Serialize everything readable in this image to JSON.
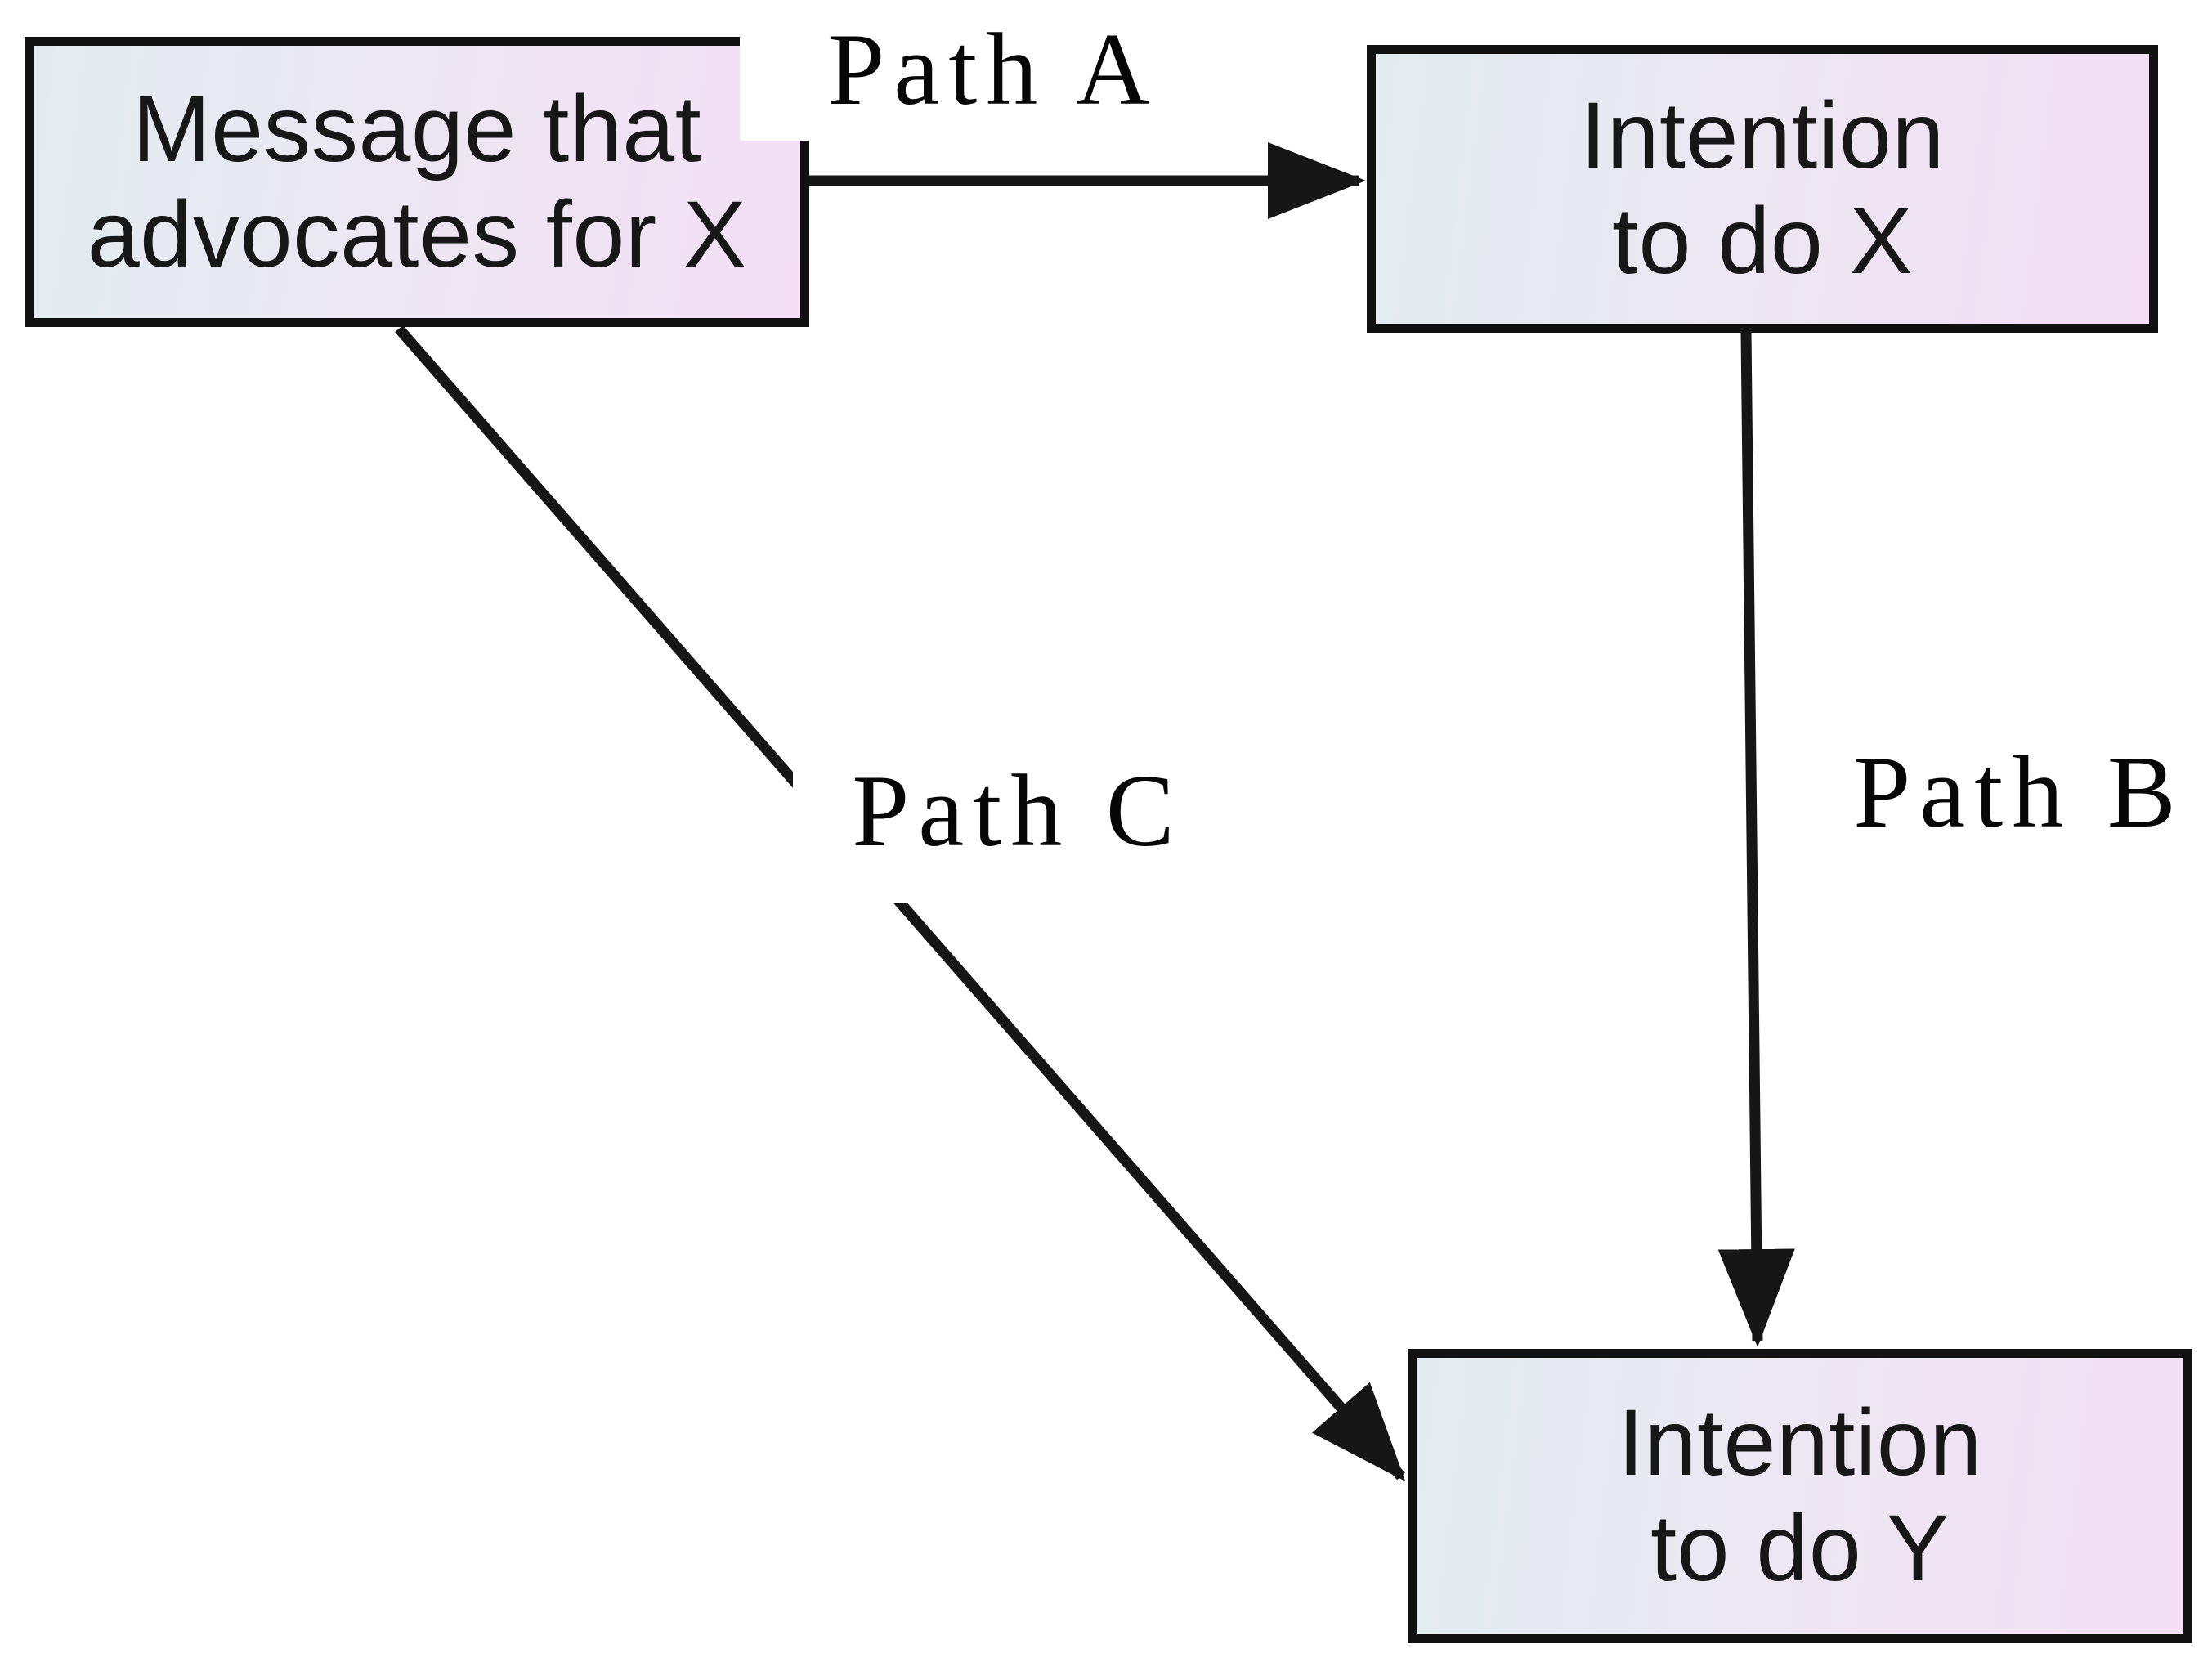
{
  "diagram": {
    "nodes": [
      {
        "id": "message",
        "label": "Message that\nadvocates for X"
      },
      {
        "id": "intention-x",
        "label": "Intention\nto do X"
      },
      {
        "id": "intention-y",
        "label": "Intention\nto do Y"
      }
    ],
    "edges": [
      {
        "id": "path-a",
        "label": "Path A",
        "from": "message",
        "to": "intention-x"
      },
      {
        "id": "path-b",
        "label": "Path B",
        "from": "intention-x",
        "to": "intention-y"
      },
      {
        "id": "path-c",
        "label": "Path C",
        "from": "message",
        "to": "intention-y"
      }
    ],
    "colors": {
      "background": "#ffffff",
      "border": "#111111",
      "arrow": "#161616",
      "box_text": "#171717",
      "label_text": "#070707",
      "box_gradient_left": "#e2ecee",
      "box_gradient_mid": "#ece7f2",
      "box_gradient_right": "#f4dff6"
    }
  }
}
